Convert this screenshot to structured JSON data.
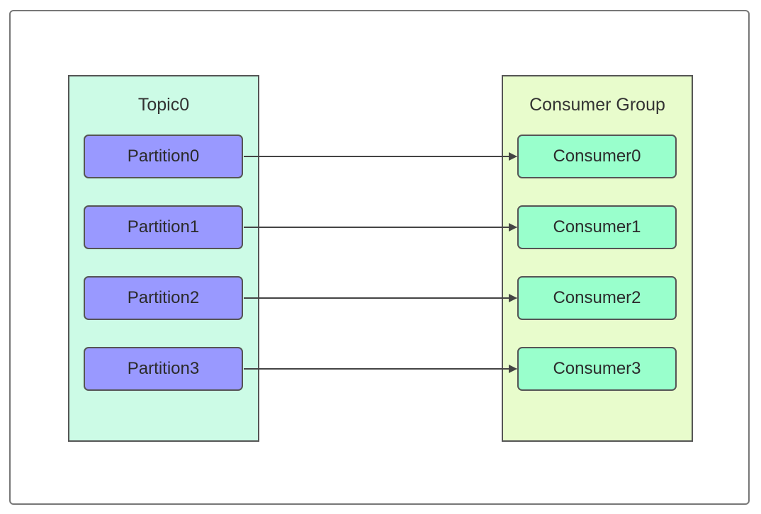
{
  "diagram": {
    "topic": {
      "title": "Topic0",
      "partitions": [
        "Partition0",
        "Partition1",
        "Partition2",
        "Partition3"
      ]
    },
    "consumer_group": {
      "title": "Consumer Group",
      "consumers": [
        "Consumer0",
        "Consumer1",
        "Consumer2",
        "Consumer3"
      ]
    },
    "edges": [
      {
        "from": "Partition0",
        "to": "Consumer0"
      },
      {
        "from": "Partition1",
        "to": "Consumer1"
      },
      {
        "from": "Partition2",
        "to": "Consumer2"
      },
      {
        "from": "Partition3",
        "to": "Consumer3"
      }
    ],
    "colors": {
      "topic_fill": "#ccfbe6",
      "group_fill": "#e8fccc",
      "partition_fill": "#9999ff",
      "consumer_fill": "#99ffcc",
      "stroke": "#555555"
    }
  }
}
